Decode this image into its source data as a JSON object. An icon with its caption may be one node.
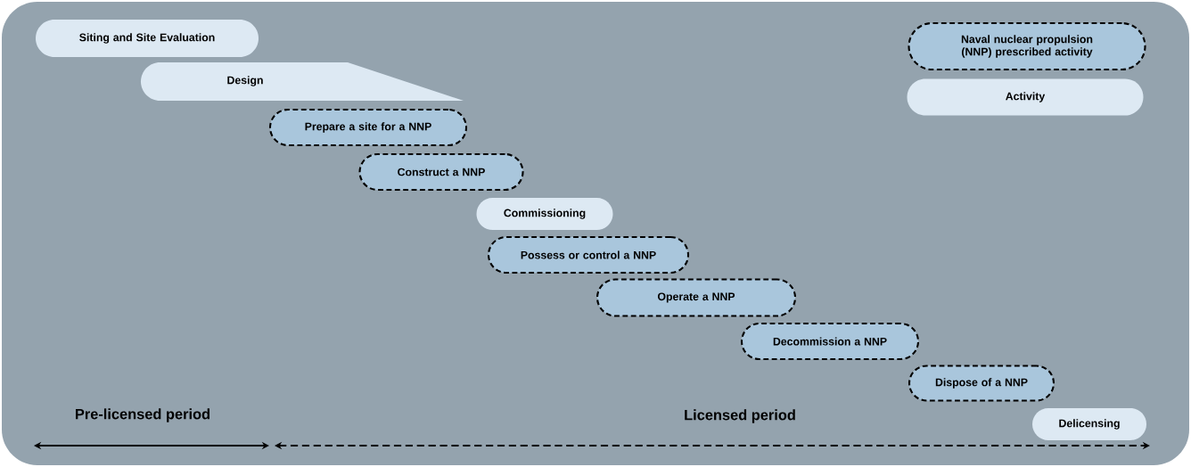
{
  "diagram": {
    "nodes": [
      {
        "text": [
          "Siting and Site Evaluation"
        ]
      },
      {
        "text": [
          "Design"
        ]
      },
      {
        "text": [
          "Prepare a site for a NNP"
        ]
      },
      {
        "text": [
          "Construct a NNP"
        ]
      },
      {
        "text": [
          "Commissioning"
        ]
      },
      {
        "text": [
          "Possess or control a NNP"
        ]
      },
      {
        "text": [
          "Operate a NNP"
        ]
      },
      {
        "text": [
          "Decommission a NNP"
        ]
      },
      {
        "text": [
          "Dispose of a NNP"
        ]
      },
      {
        "text": [
          "Delicensing"
        ]
      },
      {
        "text": [
          "Naval nuclear propulsion (NNP) prescribed activity"
        ]
      },
      {
        "text": [
          "Activity"
        ]
      }
    ],
    "labels": [
      "Pre-licensed period",
      "Licensed period"
    ]
  }
}
